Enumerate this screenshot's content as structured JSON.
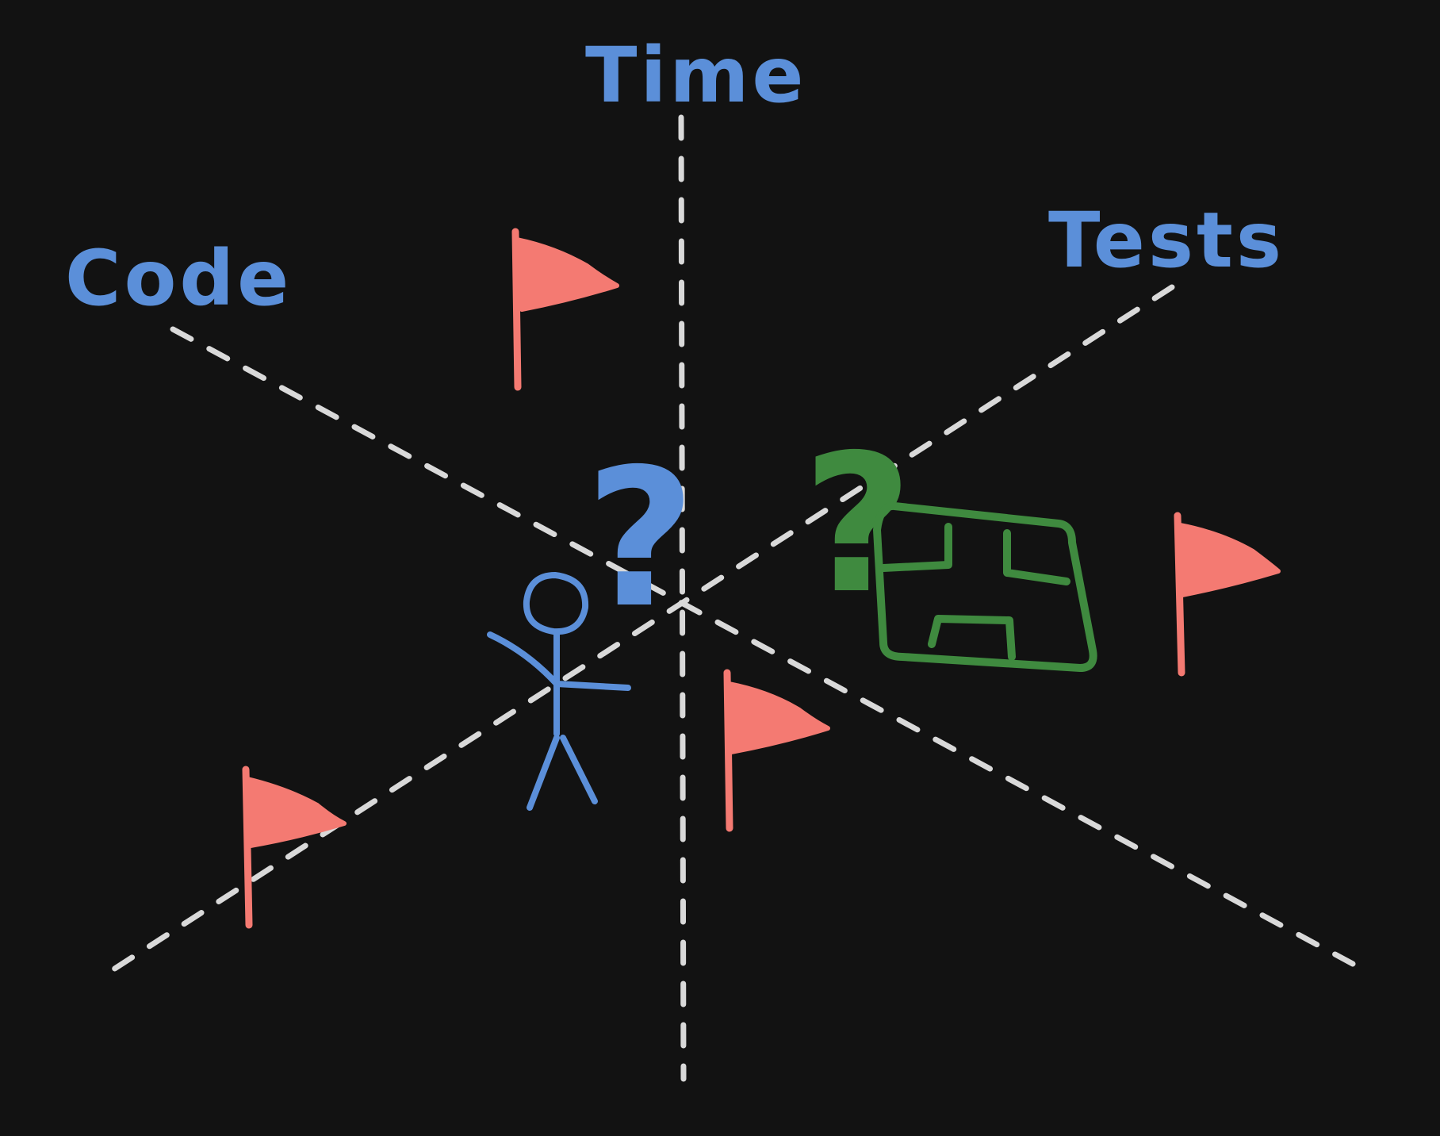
{
  "colors": {
    "background": "#121212",
    "axis_line": "#d9d9d9",
    "label_blue": "#5b8fd9",
    "flag_red": "#f47a72",
    "house_green": "#3f8a3f"
  },
  "axes": {
    "time_label": "Time",
    "code_label": "Code",
    "tests_label": "Tests"
  },
  "marks": {
    "person_question": "?",
    "house_question": "?"
  },
  "icons": {
    "person": "stick-figure-icon",
    "flag": "flag-icon",
    "house": "house-outline-icon"
  }
}
